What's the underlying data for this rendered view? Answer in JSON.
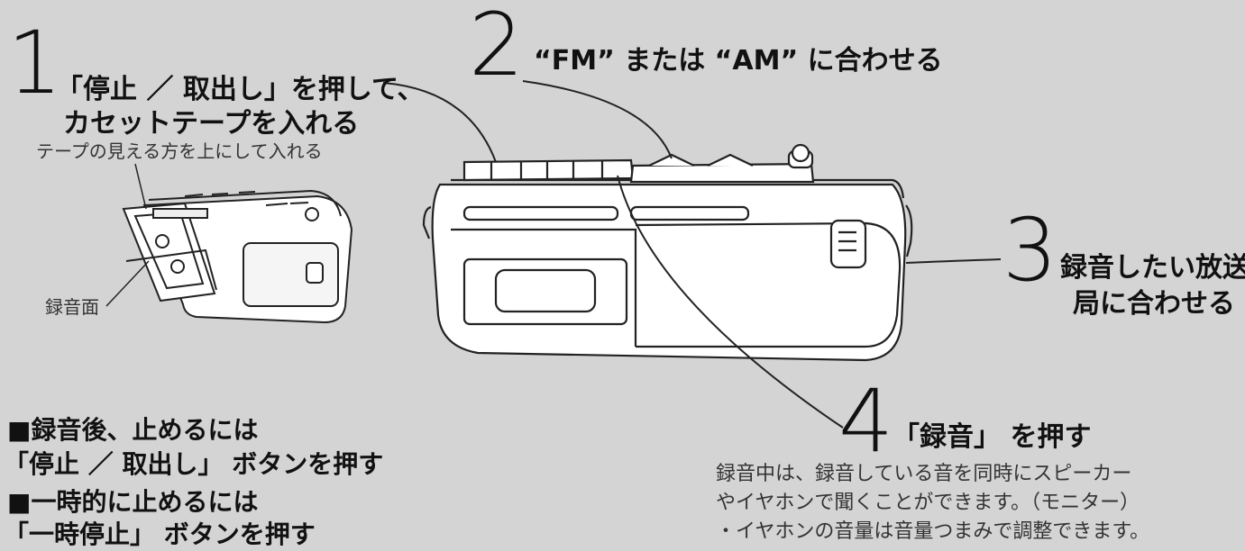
{
  "steps": {
    "one": {
      "number": "1",
      "title_line1": "「停止 ／ 取出し」を押して、",
      "title_line2": "カセットテープを入れる",
      "note": "テープの見える方を上にして入れる",
      "side_label": "録音面"
    },
    "two": {
      "number": "2",
      "title": "“FM” または “AM” に合わせる"
    },
    "three": {
      "number": "3",
      "title_line1": "録音したい放送",
      "title_line2": "局に合わせる"
    },
    "four": {
      "number": "4",
      "title": "「録音」 を押す",
      "desc_line1": "録音中は、録音している音を同時にスピーカー",
      "desc_line2": "やイヤホンで聞くことができます。（モニター）",
      "desc_line3": "・イヤホンの音量は音量つまみで調整できます。"
    }
  },
  "tips": {
    "stop_heading": "■録音後、止めるには",
    "stop_text": "「停止 ／ 取出し」 ボタンを押す",
    "pause_heading": "■一時的に止めるには",
    "pause_text": "「一時停止」 ボタンを押す"
  }
}
